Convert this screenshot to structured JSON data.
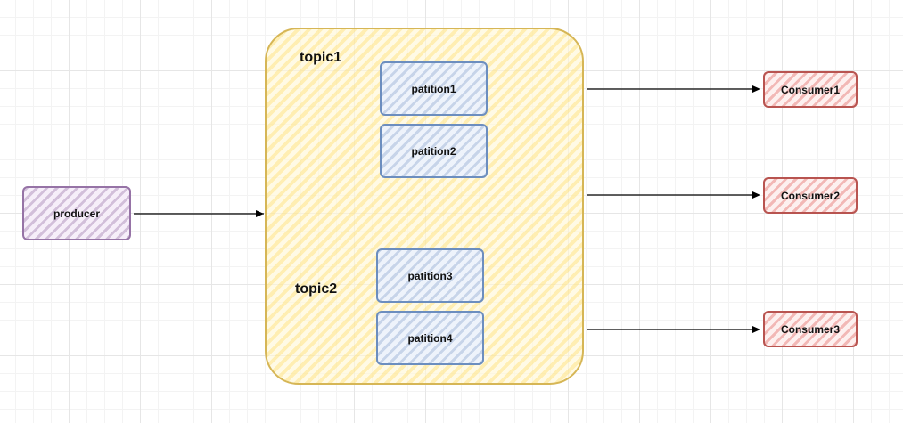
{
  "diagram": {
    "producer": {
      "label": "producer"
    },
    "topics": [
      {
        "label": "topic1",
        "partitions": [
          "patition1",
          "patition2"
        ]
      },
      {
        "label": "topic2",
        "partitions": [
          "patition3",
          "patition4"
        ]
      }
    ],
    "consumers": [
      "Consumer1",
      "Consumer2",
      "Consumer3"
    ],
    "edges": [
      {
        "from": "producer",
        "to": "topic-container"
      },
      {
        "from": "topic-container",
        "to": "Consumer1"
      },
      {
        "from": "topic-container",
        "to": "Consumer2"
      },
      {
        "from": "topic-container",
        "to": "Consumer3"
      }
    ],
    "colors": {
      "producer_border": "#9673a6",
      "topic_border": "#d6b656",
      "partition_border": "#6c8ebf",
      "consumer_border": "#b85450",
      "arrow": "#000000"
    }
  }
}
